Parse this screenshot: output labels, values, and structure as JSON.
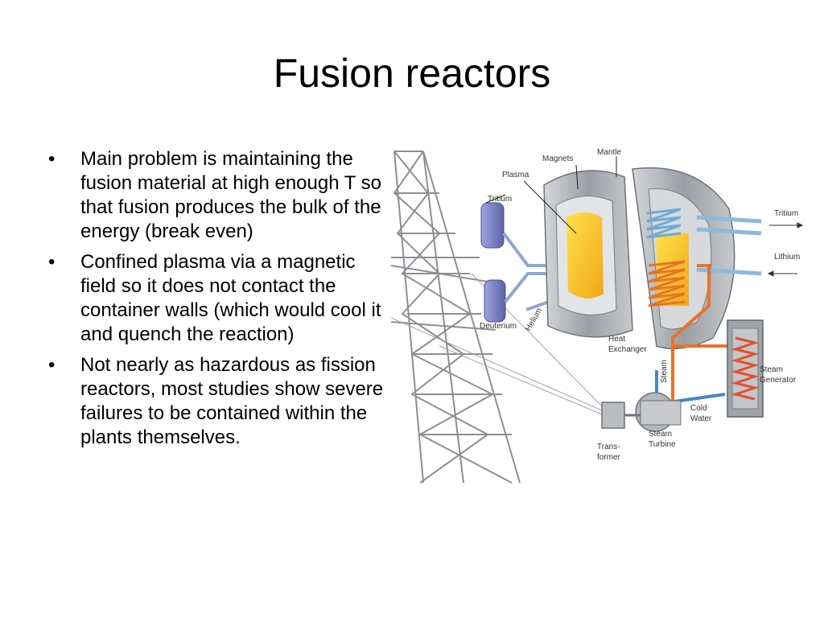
{
  "slide": {
    "title": "Fusion reactors",
    "bullets": [
      "Main problem is maintaining the fusion material at high enough T so that fusion produces the bulk of the energy (break even)",
      "Confined plasma via a magnetic field so it does not contact the container walls (which would cool it and quench the reaction)",
      "Not nearly as hazardous as fission reactors, most studies show  severe failures to be contained within the plants themselves."
    ]
  },
  "diagram": {
    "labels": {
      "magnets": "Magnets",
      "mantle": "Mantle",
      "plasma": "Plasma",
      "tritium_left": "Tritium",
      "tritium_right": "Tritium",
      "lithium": "Lithium",
      "deuterium": "Deuterium",
      "helium": "Helium",
      "heat_exchanger_1": "Heat",
      "heat_exchanger_2": "Exchanger",
      "steam": "Steam",
      "steam_generator_1": "Steam",
      "steam_generator_2": "Generator",
      "cold_water_1": "Cold",
      "cold_water_2": "Water",
      "steam_turbine_1": "Steam",
      "steam_turbine_2": "Turbine",
      "transformer_1": "Trans-",
      "transformer_2": "former"
    },
    "colors": {
      "plasma": "#f6c51a",
      "tank": "#7f86c9",
      "torus": "#b3b6bb",
      "coil_hot": "#e8732a",
      "coil_cold": "#6fa9d6"
    }
  }
}
